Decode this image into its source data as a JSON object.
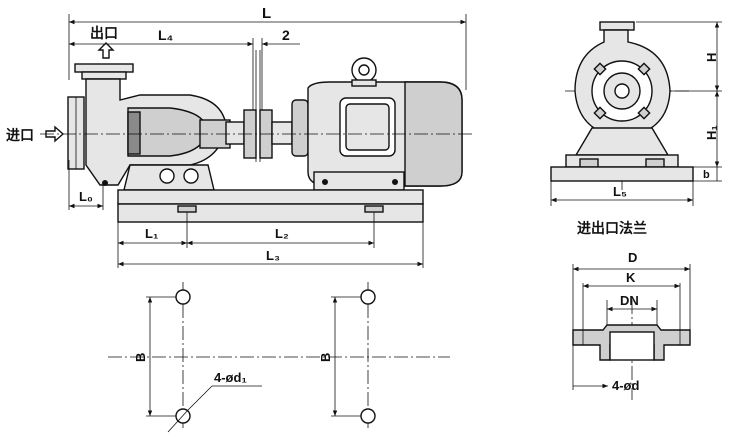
{
  "labels": {
    "overall_length": "L",
    "outlet": "出口",
    "inlet": "进口",
    "l4": "L₄",
    "coupling_gap": "2",
    "l0": "L₀",
    "l1": "L₁",
    "l2": "L₂",
    "l3": "L₃",
    "h": "H",
    "h1": "H₁",
    "b_small": "b",
    "l5": "L₅",
    "flange_title": "进出口法兰",
    "d": "D",
    "k": "K",
    "dn": "DN",
    "flange_holes": "4-ød",
    "base_b_left": "B",
    "base_b_right": "B",
    "base_holes": "4-ød₁"
  },
  "colors": {
    "line": "#111111",
    "light_fill": "#e6e6e6",
    "mid_fill": "#cfcfcf",
    "dark_fill": "#8a8a8a"
  }
}
